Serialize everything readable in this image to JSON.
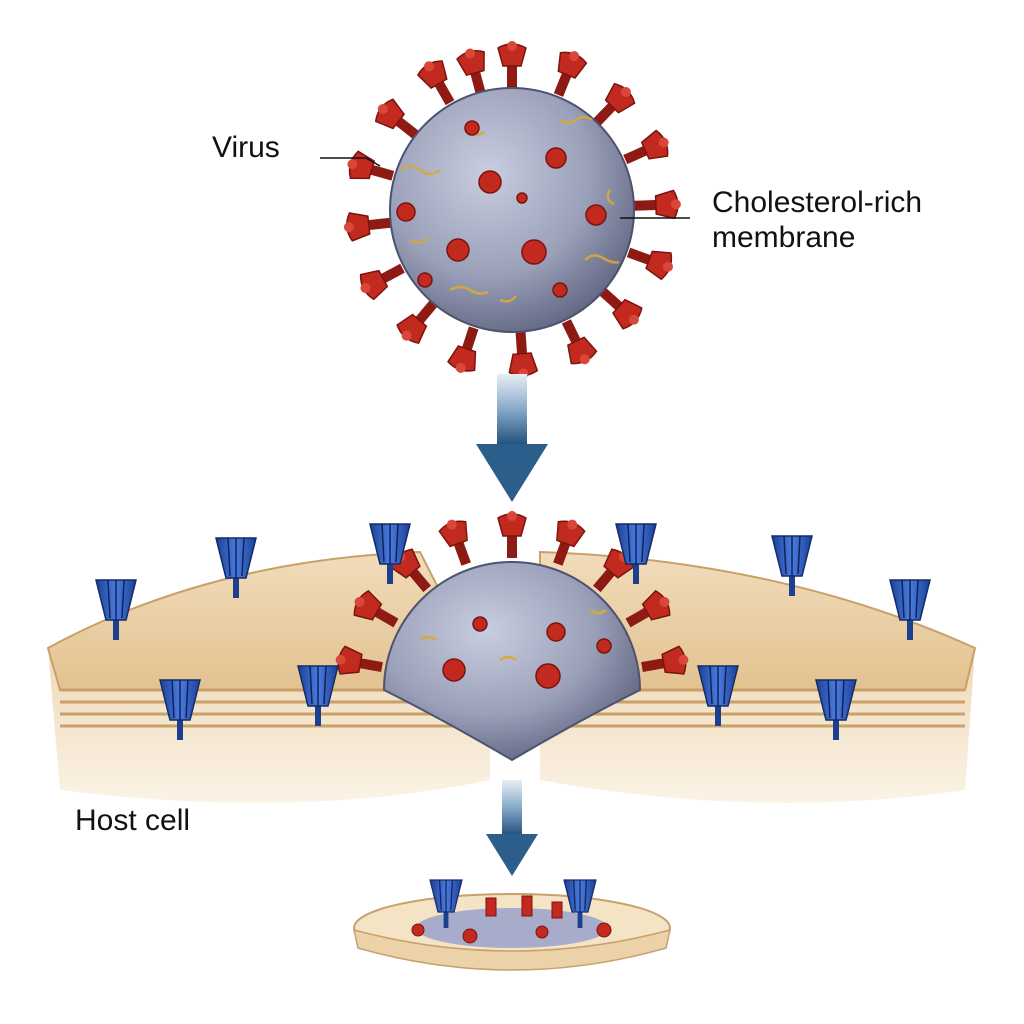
{
  "labels": {
    "virus": "Virus",
    "membrane_line1": "Cholesterol-rich",
    "membrane_line2": "membrane",
    "host_cell": "Host cell"
  },
  "colors": {
    "virus_body": "#9aa0b8",
    "spike_protein": "#b8241c",
    "lipid_strands": "#d8a93a",
    "membrane": "#e7c79a",
    "receptor": "#2450b0",
    "arrow": "#2b5e8a"
  },
  "icons": {
    "virus": "virus-particle-icon",
    "receptor": "receptor-protein-icon",
    "arrow": "down-arrow-icon"
  }
}
